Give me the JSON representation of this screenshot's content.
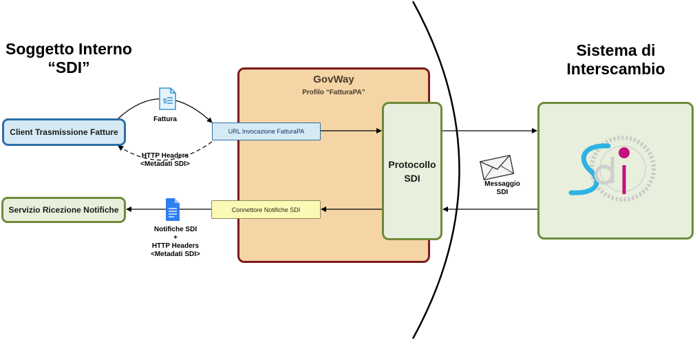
{
  "left_heading": {
    "line1": "Soggetto Interno",
    "line2": "“SDI”"
  },
  "right_heading": {
    "line1": "Sistema di",
    "line2": "Interscambio"
  },
  "client_box": "Client Trasmissione Fatture",
  "servizio_box": "Servizio Ricezione Notifiche",
  "govway": {
    "title": "GovWay",
    "subtitle": "Profilo “FatturaPA”"
  },
  "url_box": "URL Invocazione FatturaPA",
  "connettore_box": "Connettore Notifiche SDI",
  "protocollo": {
    "line1": "Protocollo",
    "line2": "SDI"
  },
  "fattura_label": "Fattura",
  "http_headers_label": {
    "line1": "HTTP Headers",
    "line2": "<Metadati SDI>"
  },
  "notifiche_label": {
    "line1": "Notifiche SDI",
    "line2": "+",
    "line3": "HTTP Headers",
    "line4": "<Metadati SDI>"
  },
  "messaggio_label": {
    "line1": "Messaggio",
    "line2": "SDI"
  },
  "sdi_logo_text": "sdi",
  "colors": {
    "govway_fill": "#f5d4a6",
    "govway_border": "#7a1a1a",
    "green_fill": "#e8efdc",
    "green_border": "#6e8a3a",
    "blue_fill": "#d6eaf6",
    "blue_border": "#2e6ea6",
    "yellow_fill": "#fbf9b5",
    "logo_cyan": "#2cb3e3",
    "logo_magenta": "#c3127d"
  }
}
